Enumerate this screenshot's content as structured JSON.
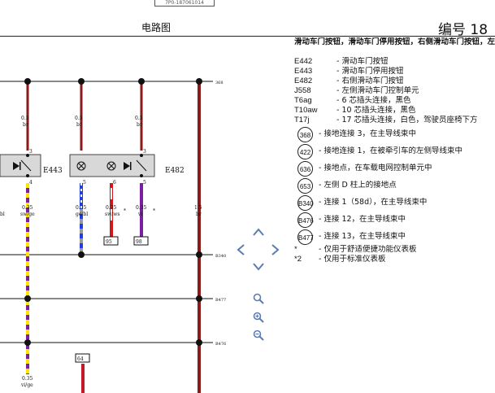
{
  "doc_id": "7P0-187061014",
  "header": {
    "title": "电路图",
    "page_label": "编号 18"
  },
  "legend": {
    "heading": "滑动车门按钮，滑动车门停用按钮，右侧滑动车门按钮，左侧滑动车门控制单元",
    "items": [
      {
        "code": "E442",
        "desc": "- 滑动车门按钮"
      },
      {
        "code": "E443",
        "desc": "- 滑动车门停用按钮"
      },
      {
        "code": "E482",
        "desc": "- 右侧滑动车门按钮"
      },
      {
        "code": "J558",
        "desc": "- 左侧滑动车门控制单元"
      },
      {
        "code": "T6ag",
        "desc": "- 6 芯插头连接，黑色"
      },
      {
        "code": "T10aw",
        "desc": "- 10 芯插头连接，黑色"
      },
      {
        "code": "T17j",
        "desc": "- 17 芯插头连接，白色，驾驶员座椅下方"
      }
    ],
    "circled": [
      {
        "code": "368",
        "desc": "- 接地连接 3，在主导线束中"
      },
      {
        "code": "422",
        "desc": "- 接地连接 1，在被牵引车的左侧导线束中"
      },
      {
        "code": "636",
        "desc": "- 接地点，在车载电网控制单元中"
      },
      {
        "code": "653",
        "desc": "- 左侧 D 柱上的接地点"
      },
      {
        "code": "B340",
        "desc": "- 连接 1（58d），在主导线束中"
      },
      {
        "code": "B476",
        "desc": "- 连接 12，在主导线束中"
      },
      {
        "code": "B477",
        "desc": "- 连接 13，在主导线束中"
      }
    ],
    "notes": [
      {
        "code": "*",
        "desc": "- 仅用于舒适便捷功能仪表板"
      },
      {
        "code": "*2",
        "desc": "- 仅用于标准仪表板"
      }
    ]
  },
  "diagram": {
    "wires": [
      {
        "size": "0.5",
        "color": "br"
      },
      {
        "size": "0.5",
        "color": "br"
      },
      {
        "size": "0.5",
        "color": "br"
      },
      {
        "size": "0.35",
        "color": "sw/ge"
      },
      {
        "size": "0.35",
        "color": "ge/bl"
      },
      {
        "size": "0.35",
        "color": "sw/ws"
      },
      {
        "size": "0.35",
        "color": "vi"
      },
      {
        "size": "1.5",
        "color": "br"
      },
      {
        "size": "0.35",
        "color": "vi/ge"
      }
    ],
    "wire_fragment": "bl",
    "components": [
      "E443",
      "E482"
    ],
    "node_labels": [
      "368",
      "B340",
      "B477",
      "B476"
    ],
    "pins": [
      "3",
      "4",
      "3",
      "6",
      "5",
      "5"
    ],
    "refs": [
      "95",
      "98",
      "64"
    ],
    "footnote_mark": "*"
  },
  "colors": {
    "brown": "#8b1a1a",
    "purple": "#7a1fa0",
    "yellow": "#ffe600",
    "blue": "#1f3fe0",
    "grey": "#9a9a9a",
    "red": "#d01818",
    "white": "#ffffff",
    "component_fill": "#d8d8d8",
    "nav_blue": "#5c7cb0"
  },
  "nav": {
    "icons": [
      "chevron-up-icon",
      "chevron-left-icon",
      "chevron-right-icon",
      "chevron-down-icon",
      "zoom-fit-icon",
      "zoom-in-icon",
      "zoom-out-icon"
    ]
  }
}
